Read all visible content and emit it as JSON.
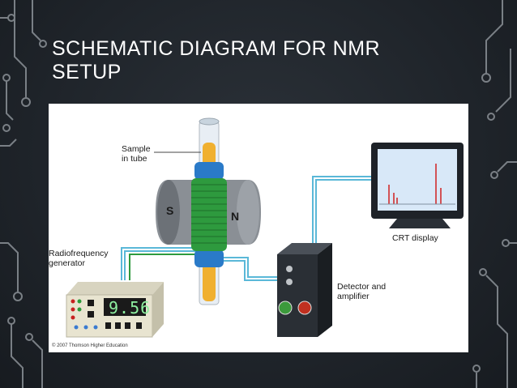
{
  "slide": {
    "title": "SCHEMATIC DIAGRAM FOR NMR SETUP"
  },
  "diagram": {
    "labels": {
      "sample": "Sample\nin tube",
      "crt": "CRT display",
      "rf_generator": "Radiofrequency\ngenerator",
      "detector": "Detector and\namplifier",
      "pole_s": "S",
      "pole_n": "N",
      "readout": "9.56",
      "copyright": "© 2007 Thomson Higher Education"
    },
    "colors": {
      "background": "#1f242a",
      "title": "#ffffff",
      "coil": "#2e9a3e",
      "cable": "#5ab8d8",
      "sample": "#f0b030",
      "tube_cap": "#2a7ac8",
      "magnet": "#7d8288",
      "screen": "#d8e8f8",
      "spectrum_line": "#d02020"
    }
  }
}
